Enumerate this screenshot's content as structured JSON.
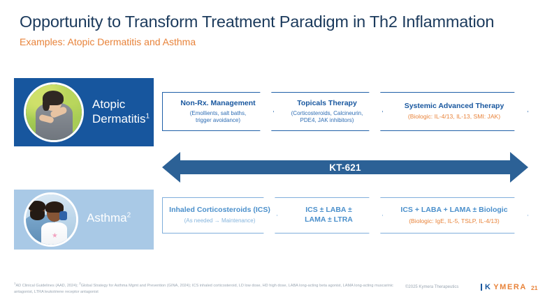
{
  "header": {
    "title": "Opportunity to Transform Treatment Paradigm in Th2 Inflammation",
    "subtitle": "Examples: Atopic Dermatitis and Asthma"
  },
  "diseases": [
    {
      "label": "Atopic",
      "label_line2": "Dermatitis",
      "footnote_marker": "1",
      "photo_alt": "woman-scratching-shoulder-photo",
      "panel_color": "#17569E"
    },
    {
      "label": "Asthma",
      "label_line2": "",
      "footnote_marker": "2",
      "photo_alt": "father-and-child-with-inhaler-photo",
      "panel_color": "#A9C9E6"
    }
  ],
  "ad_steps": [
    {
      "title": "Non-Rx. Management",
      "sub_line1": "(Emollients, salt baths,",
      "sub_line2": "trigger avoidance)",
      "sub_orange": false
    },
    {
      "title": "Topicals Therapy",
      "sub_line1": "(Corticosteroids, Calcineurin,",
      "sub_line2": "PDE4, JAK inhibitors)",
      "sub_orange": false
    },
    {
      "title": "Systemic Advanced Therapy",
      "sub_line1": "(Biologic: IL-4/13, IL-13, SMI: JAK)",
      "sub_line2": "",
      "sub_orange": true
    }
  ],
  "asthma_steps": [
    {
      "title": "Inhaled Corticosteroids (ICS)",
      "title_line2": "",
      "sub_line1": "(As needed → Maintenance)",
      "sub_line2": "",
      "sub_orange": false
    },
    {
      "title": "ICS ± LABA ±",
      "title_line2": "LAMA ± LTRA",
      "sub_line1": "",
      "sub_line2": "",
      "sub_orange": false
    },
    {
      "title": "ICS + LABA + LAMA ± Biologic",
      "title_line2": "",
      "sub_line1": "(Biologic: IgE, IL-5, TSLP, IL-4/13)",
      "sub_line2": "",
      "sub_orange": true
    }
  ],
  "kt_arrow": {
    "label": "KT-621",
    "color": "#2C6196"
  },
  "footer": {
    "footnote_line1_a": "AD Clinical Guidelines (AAD, 2024); ",
    "footnote_marker1": "1",
    "footnote_marker2": "2",
    "footnote_line1_b": "Global Strategy for Asthma Mgmt and Prevention (GINA, 2024); ICS inhaled corticosteroid, LD low dose, HD high dose, LABA",
    "footnote_line2": "long-acting beta agonist, LAMA long-acting muscarinic antagonist, LTRA leukotriene receptor antagonist",
    "copyright": "©2025 Kymera Therapeutics",
    "logo_k": "K",
    "logo_rest": "YMERA",
    "page_number": "21"
  },
  "colors": {
    "title_blue": "#1b3a5c",
    "accent_orange": "#E8833A",
    "dark_blue": "#17569E",
    "light_blue": "#A9C9E6",
    "chevron_as_border": "#7FAEDB"
  }
}
